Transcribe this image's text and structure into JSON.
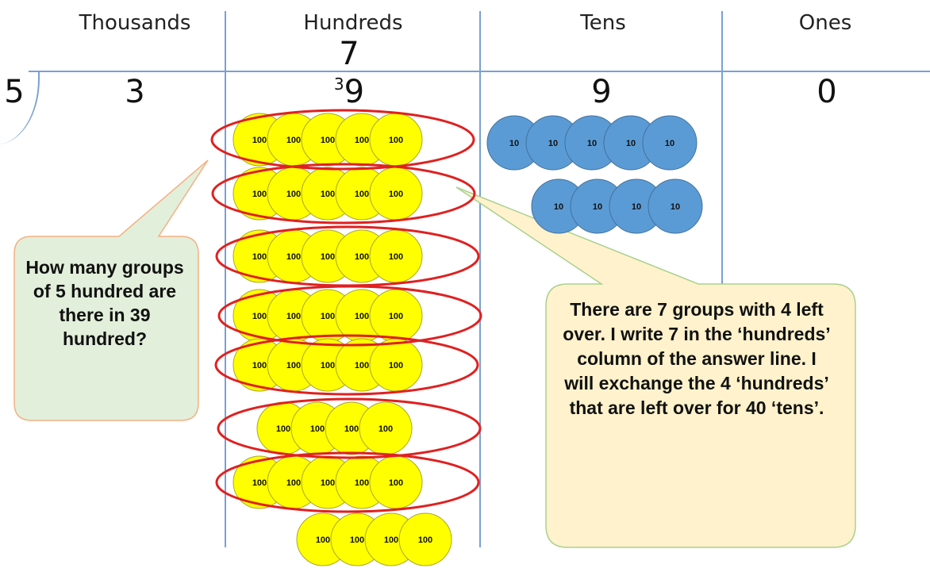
{
  "columns": {
    "thousands": "Thousands",
    "hundreds": "Hundreds",
    "tens": "Tens",
    "ones": "Ones"
  },
  "answer": {
    "hundreds": "7"
  },
  "divisor": "5",
  "dividend": {
    "thousands": "3",
    "hundreds_carry": "3",
    "hundreds": "9",
    "tens": "9",
    "ones": "0"
  },
  "counters": {
    "hundred_label": "100",
    "ten_label": "10",
    "hundred_color": "#ffff00",
    "ten_color": "#5b9bd5",
    "group_ring_color": "#e02020",
    "hundreds_rows": [
      5,
      5,
      5,
      5,
      5,
      4,
      5,
      4
    ],
    "tens_rows": [
      5,
      4
    ]
  },
  "callouts": {
    "question": "How many groups of 5 hundred are there in 39 hundred?",
    "explanation": "There are 7 groups with 4 left over. I write 7 in the ‘hundreds’ column of the answer line. I will exchange the 4 ‘hundreds’ that are left over for 40 ‘tens’.",
    "question_fill": "#e2efda",
    "question_border": "#f4b183",
    "explanation_fill": "#fff2cc",
    "explanation_border": "#a9d18e"
  }
}
